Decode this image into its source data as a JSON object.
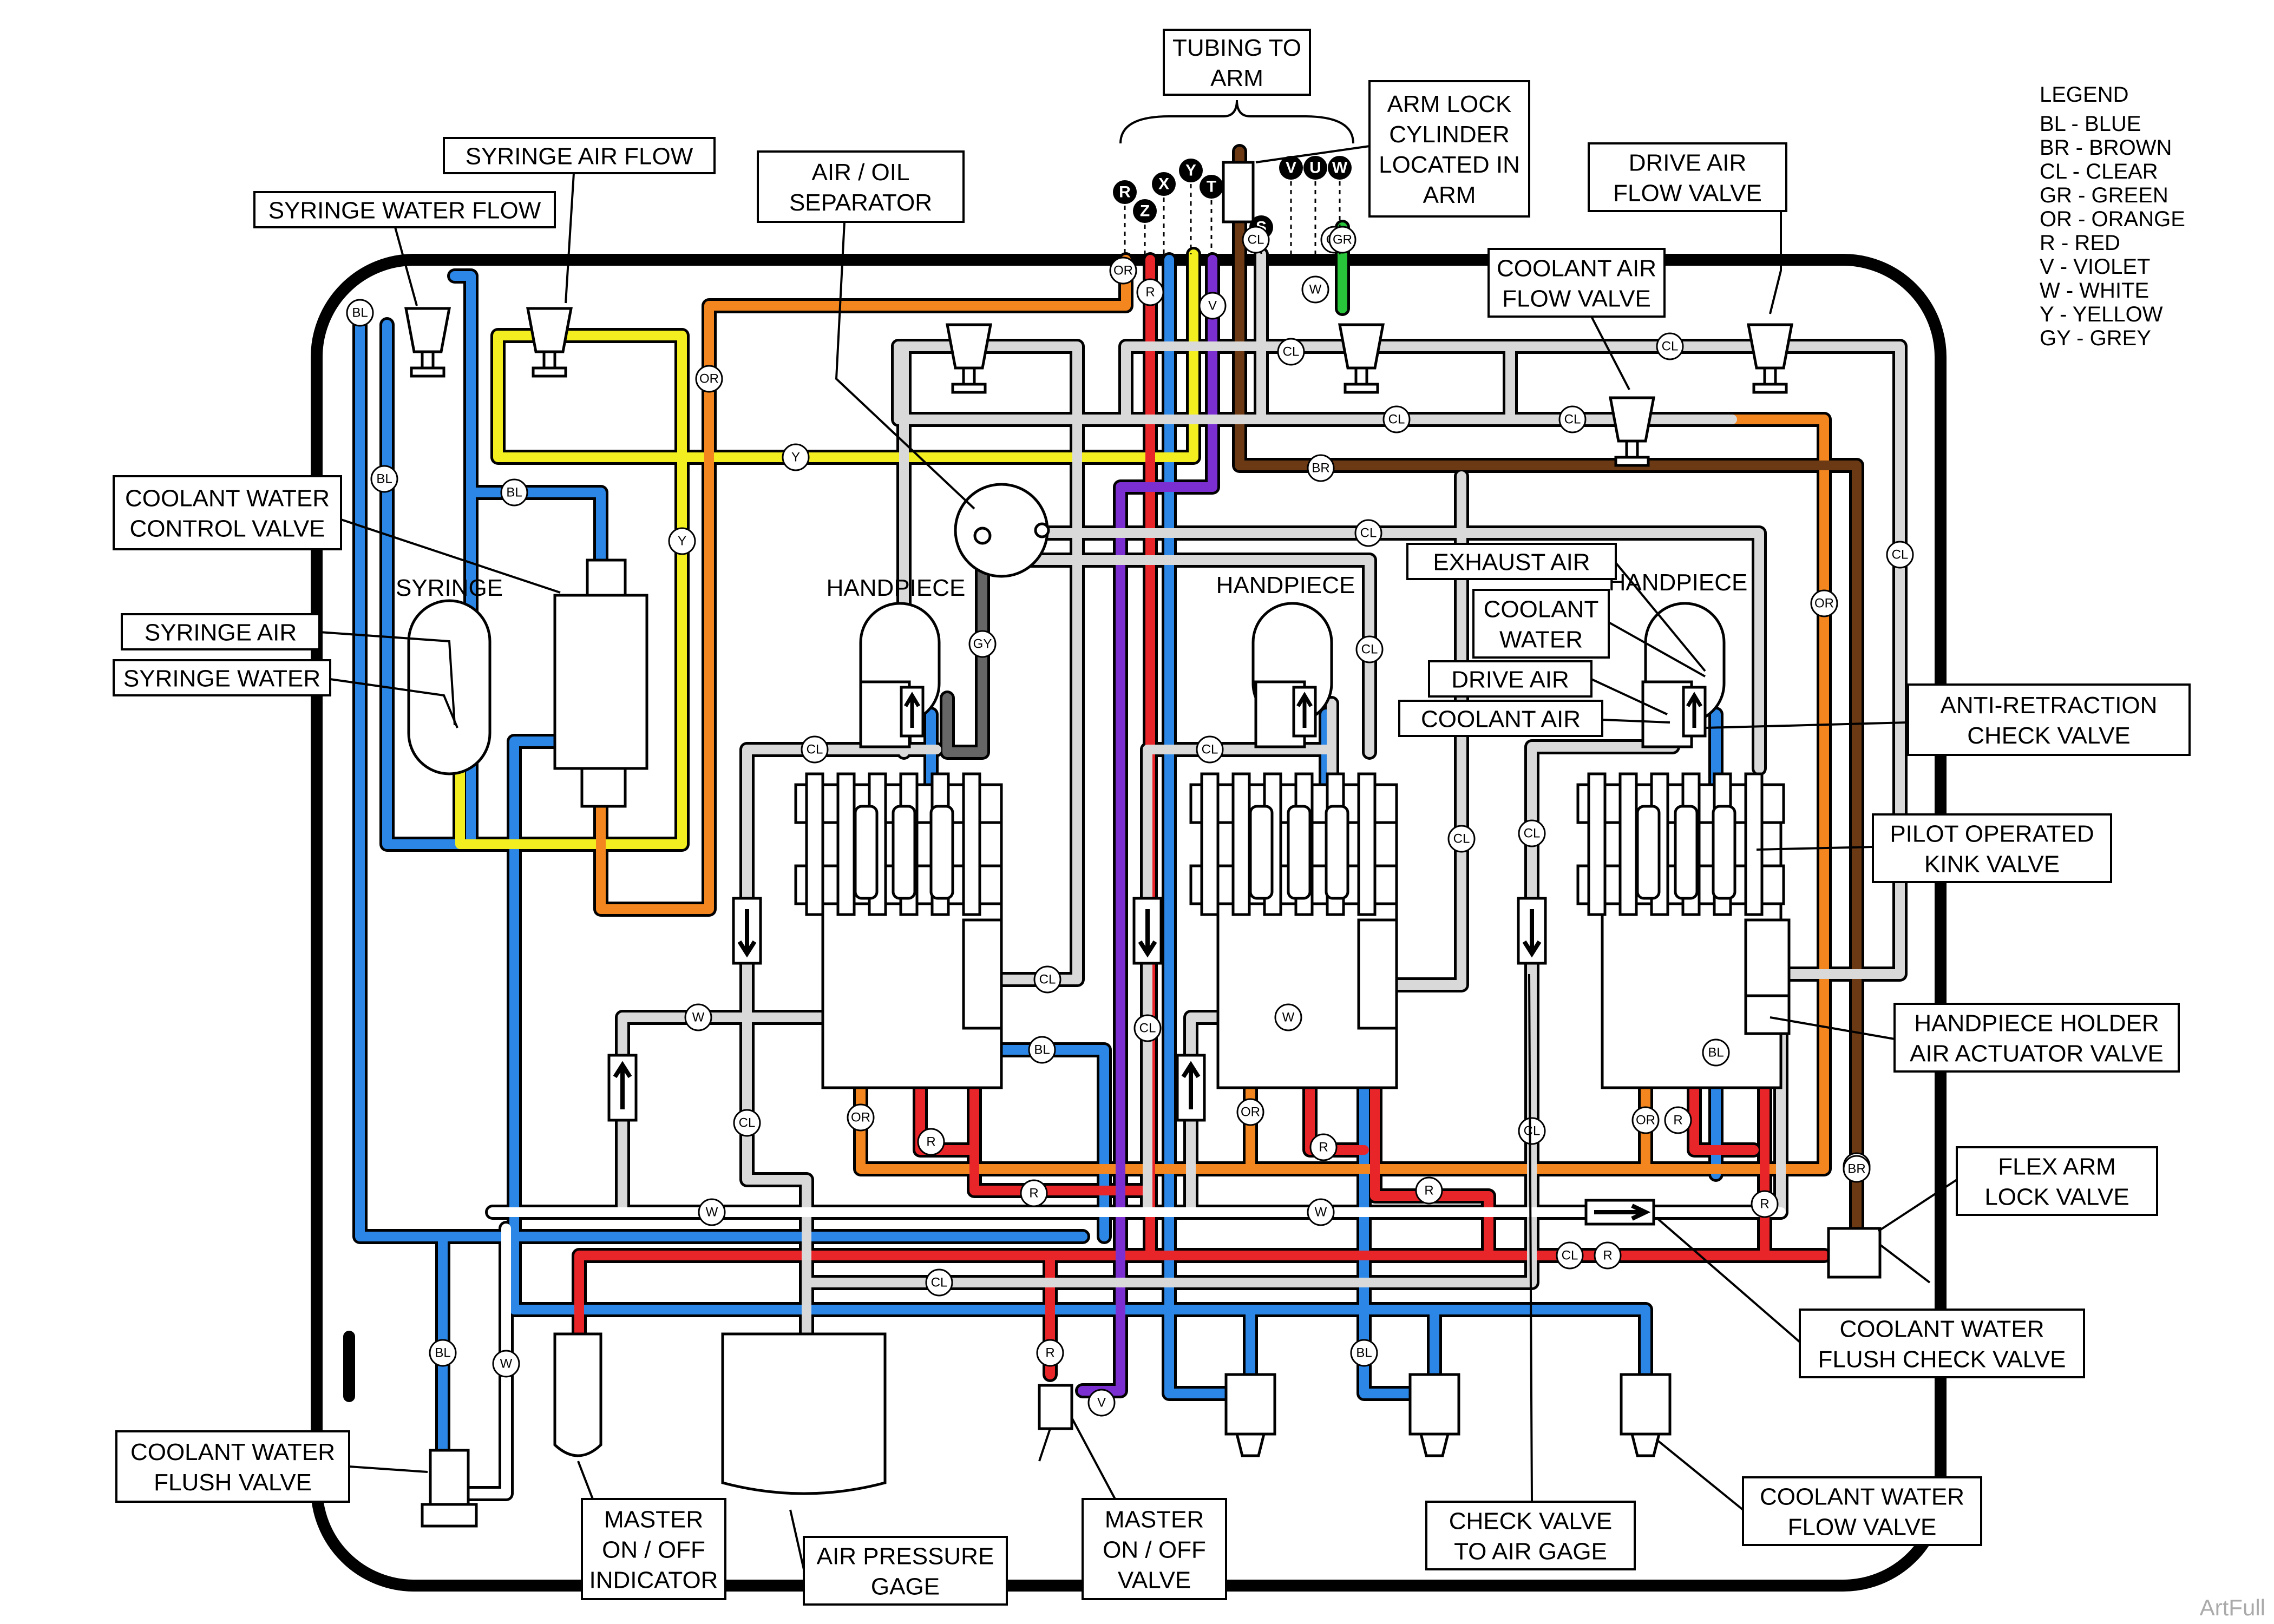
{
  "legend": {
    "title": "LEGEND",
    "items": [
      "BL - BLUE",
      "BR - BROWN",
      "CL - CLEAR",
      "GR - GREEN",
      "OR - ORANGE",
      "R - RED",
      "V - VIOLET",
      "W - WHITE",
      "Y - YELLOW",
      "GY - GREY"
    ]
  },
  "labels": {
    "tubing_to_arm": [
      "TUBING TO",
      "ARM"
    ],
    "arm_lock_cylinder": [
      "ARM LOCK",
      "CYLINDER",
      "LOCATED IN",
      "ARM"
    ],
    "drive_air_flow_valve": [
      "DRIVE AIR",
      "FLOW VALVE"
    ],
    "coolant_air_flow_valve": [
      "COOLANT AIR",
      "FLOW VALVE"
    ],
    "syringe_air_flow": "SYRINGE AIR FLOW",
    "syringe_water_flow": "SYRINGE WATER FLOW",
    "air_oil_separator": [
      "AIR / OIL",
      "SEPARATOR"
    ],
    "coolant_water_control_valve": [
      "COOLANT WATER",
      "CONTROL VALVE"
    ],
    "syringe": "SYRINGE",
    "syringe_air": "SYRINGE AIR",
    "syringe_water": "SYRINGE WATER",
    "handpiece": "HANDPIECE",
    "exhaust_air": "EXHAUST AIR",
    "coolant_water": [
      "COOLANT",
      "WATER"
    ],
    "drive_air": "DRIVE AIR",
    "coolant_air": "COOLANT AIR",
    "anti_retraction_check_valve": [
      "ANTI-RETRACTION",
      "CHECK VALVE"
    ],
    "pilot_operated_kink_valve": [
      "PILOT OPERATED",
      "KINK VALVE"
    ],
    "handpiece_holder_air_actuator_valve": [
      "HANDPIECE HOLDER",
      "AIR ACTUATOR VALVE"
    ],
    "flex_arm_lock_valve": [
      "FLEX ARM",
      "LOCK VALVE"
    ],
    "coolant_water_flush_check_valve": [
      "COOLANT WATER",
      "FLUSH CHECK VALVE"
    ],
    "coolant_water_flow_valve": [
      "COOLANT WATER",
      "FLOW VALVE"
    ],
    "check_valve_to_air_gage": [
      "CHECK VALVE",
      "TO AIR GAGE"
    ],
    "master_on_off_valve": [
      "MASTER",
      "ON / OFF",
      "VALVE"
    ],
    "air_pressure_gage": [
      "AIR PRESSURE",
      "GAGE"
    ],
    "master_on_off_indicator": [
      "MASTER",
      "ON / OFF",
      "INDICATOR"
    ],
    "coolant_water_flush_valve": [
      "COOLANT WATER",
      "FLUSH VALVE"
    ]
  },
  "arm_tubes": [
    "R",
    "Z",
    "X",
    "Y",
    "T",
    "S",
    "V",
    "U",
    "W"
  ],
  "tube_tags": [
    "BL",
    "BL",
    "BL",
    "BL",
    "BL",
    "BL",
    "BL",
    "Y",
    "Y",
    "OR",
    "OR",
    "OR",
    "OR",
    "OR",
    "OR",
    "OR",
    "R",
    "R",
    "R",
    "R",
    "R",
    "R",
    "R",
    "R",
    "R",
    "CL",
    "CL",
    "CL",
    "CL",
    "CL",
    "CL",
    "CL",
    "CL",
    "CL",
    "CL",
    "CL",
    "CL",
    "CL",
    "CL",
    "CL",
    "CL",
    "CL",
    "CL",
    "CL",
    "W",
    "W",
    "W",
    "W",
    "W",
    "W",
    "V",
    "V",
    "GY",
    "BR",
    "BR",
    "GR"
  ],
  "watermark": "ArtFull",
  "colors": {
    "blue": "#2b86e6",
    "brown": "#6b3a14",
    "clear": "#d9d9d9",
    "green": "#28c53a",
    "orange": "#f3861f",
    "red": "#e8262a",
    "violet": "#7b2fd1",
    "white": "#ffffff",
    "yellow": "#f2ee20",
    "grey": "#666666"
  }
}
